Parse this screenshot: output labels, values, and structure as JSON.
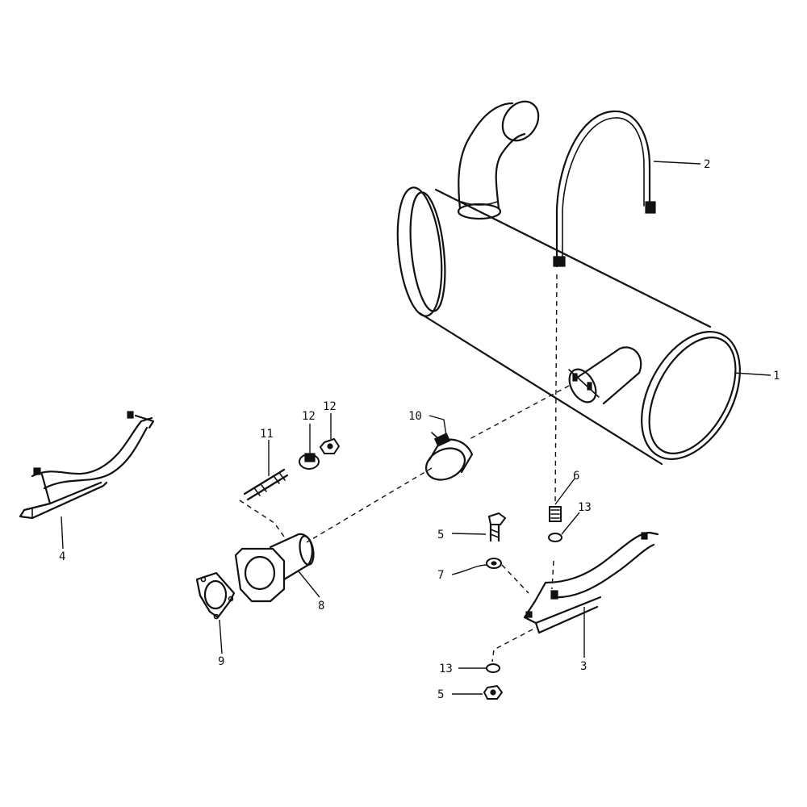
{
  "callouts": {
    "c1": "1",
    "c2": "2",
    "c3": "3",
    "c4": "4",
    "c5a": "5",
    "c5b": "5",
    "c6a": "6",
    "c7": "7",
    "c8": "8",
    "c9": "9",
    "c10": "10",
    "c11": "11",
    "c12a": "12",
    "c12b": "12",
    "c13a": "13",
    "c13b": "13"
  }
}
